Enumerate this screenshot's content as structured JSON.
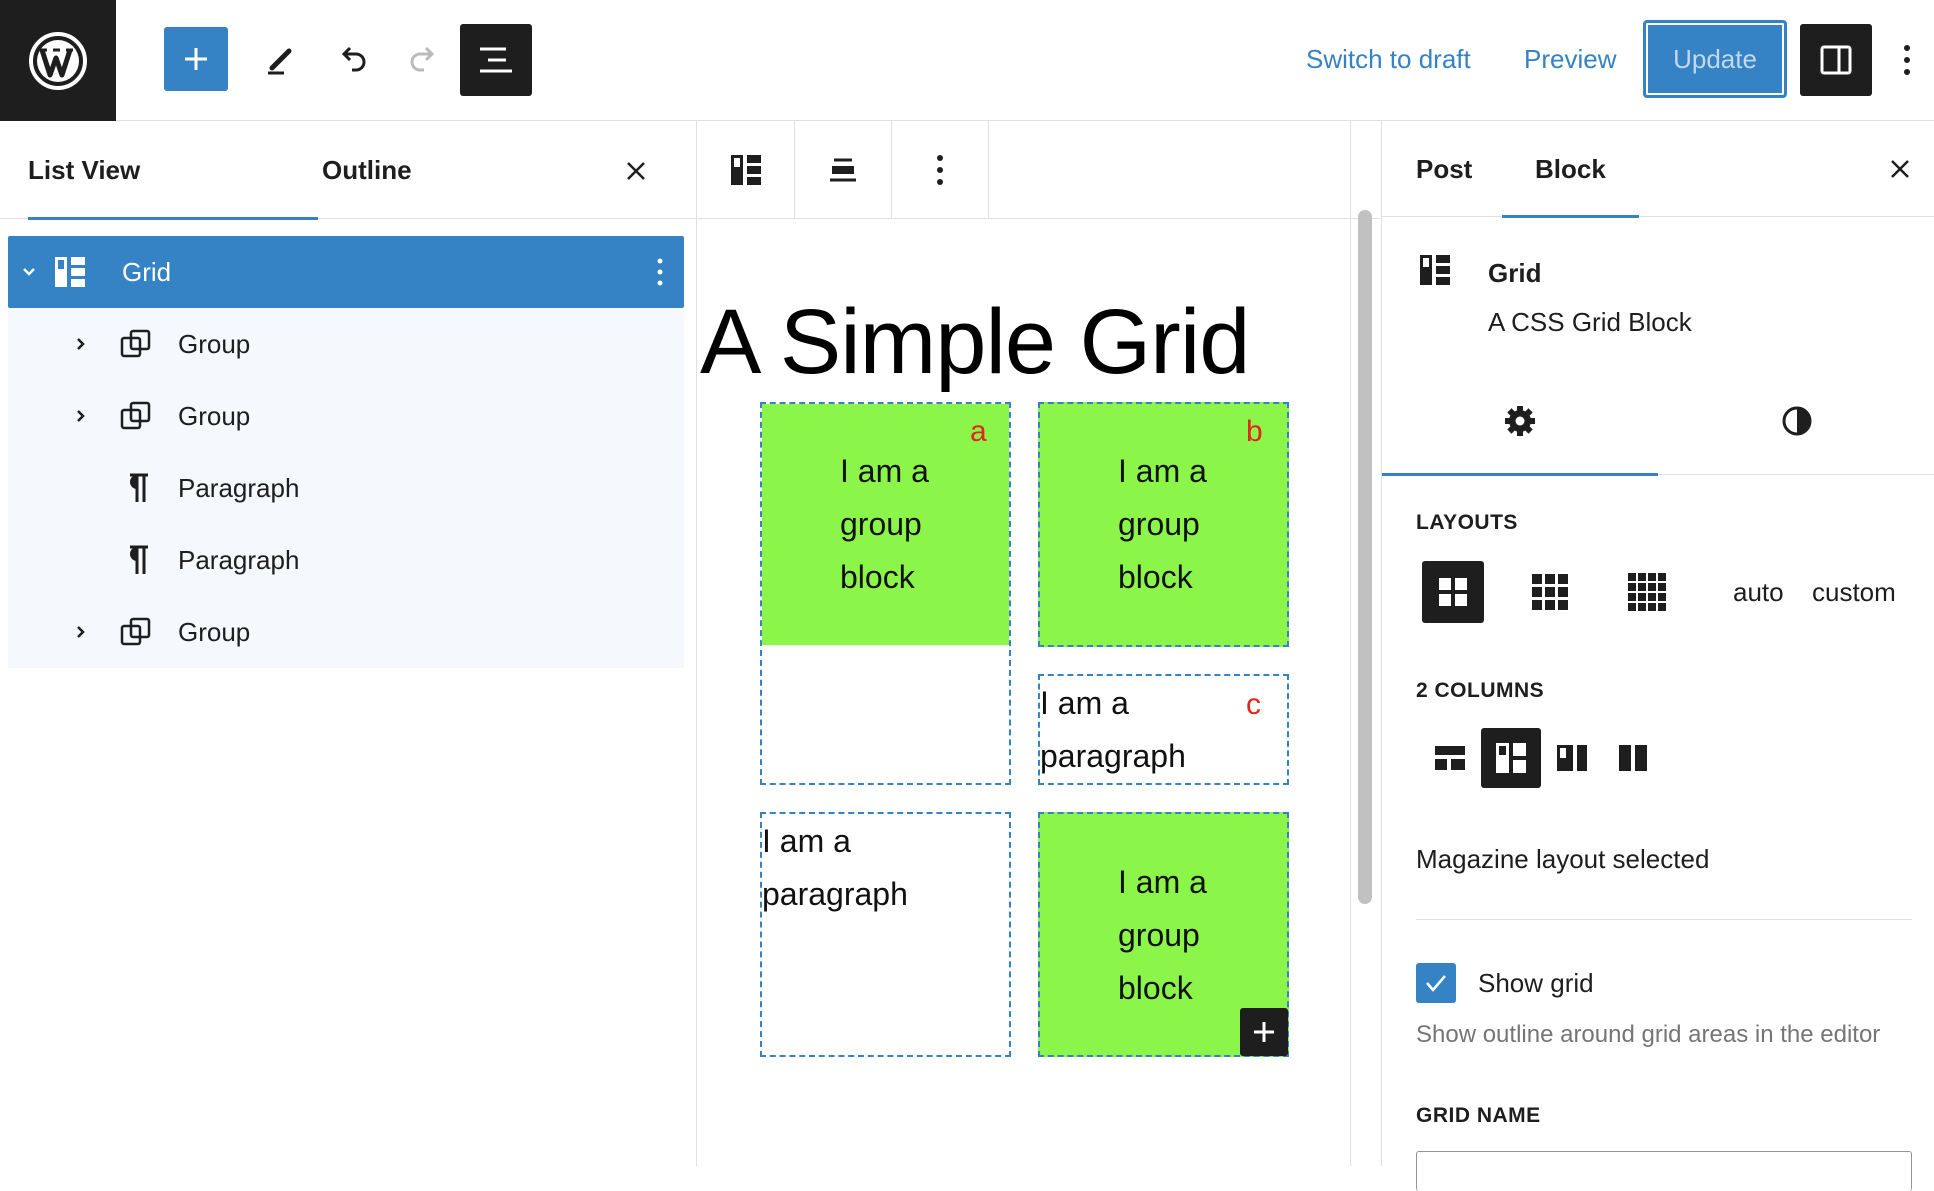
{
  "top_bar": {
    "switch_to_draft": "Switch to draft",
    "preview": "Preview",
    "update": "Update"
  },
  "list_view": {
    "tabs": [
      "List View",
      "Outline"
    ],
    "tree": [
      {
        "label": "Grid",
        "icon": "grid-block-icon",
        "selected": true,
        "expandable": true,
        "expanded": true
      },
      {
        "label": "Group",
        "icon": "group-block-icon",
        "expandable": true
      },
      {
        "label": "Group",
        "icon": "group-block-icon",
        "expandable": true
      },
      {
        "label": "Paragraph",
        "icon": "paragraph-block-icon"
      },
      {
        "label": "Paragraph",
        "icon": "paragraph-block-icon"
      },
      {
        "label": "Group",
        "icon": "group-block-icon",
        "expandable": true
      }
    ]
  },
  "canvas": {
    "title": "A Simple Grid",
    "cells": [
      {
        "text_lines": [
          "I am a",
          "group",
          "block"
        ],
        "area": "a",
        "type": "group"
      },
      {
        "text_lines": [
          "I am a",
          "group",
          "block"
        ],
        "area": "b",
        "type": "group"
      },
      {
        "text_lines": [
          "I am a",
          "paragraph"
        ],
        "area": "c",
        "type": "paragraph"
      },
      {
        "text_lines": [
          "I am a",
          "paragraph"
        ],
        "area": "",
        "type": "paragraph"
      },
      {
        "text_lines": [
          "I am a",
          "group",
          "block"
        ],
        "area": "",
        "type": "group"
      }
    ]
  },
  "sidebar": {
    "tabs": [
      "Post",
      "Block"
    ],
    "active_tab": "Block",
    "block_card": {
      "title": "Grid",
      "description": "A CSS Grid Block"
    },
    "layouts_label": "LAYOUTS",
    "layout_options": [
      "auto",
      "custom"
    ],
    "columns_label": "2 COLUMNS",
    "status": "Magazine layout selected",
    "show_grid": {
      "label": "Show grid",
      "checked": true,
      "help": "Show outline around grid areas in the editor"
    },
    "grid_name_label": "GRID NAME"
  },
  "colors": {
    "accent": "#3582c4",
    "green_block": "#8cf54a",
    "area_label": "#e2261b",
    "dark": "#1e1e1e"
  }
}
